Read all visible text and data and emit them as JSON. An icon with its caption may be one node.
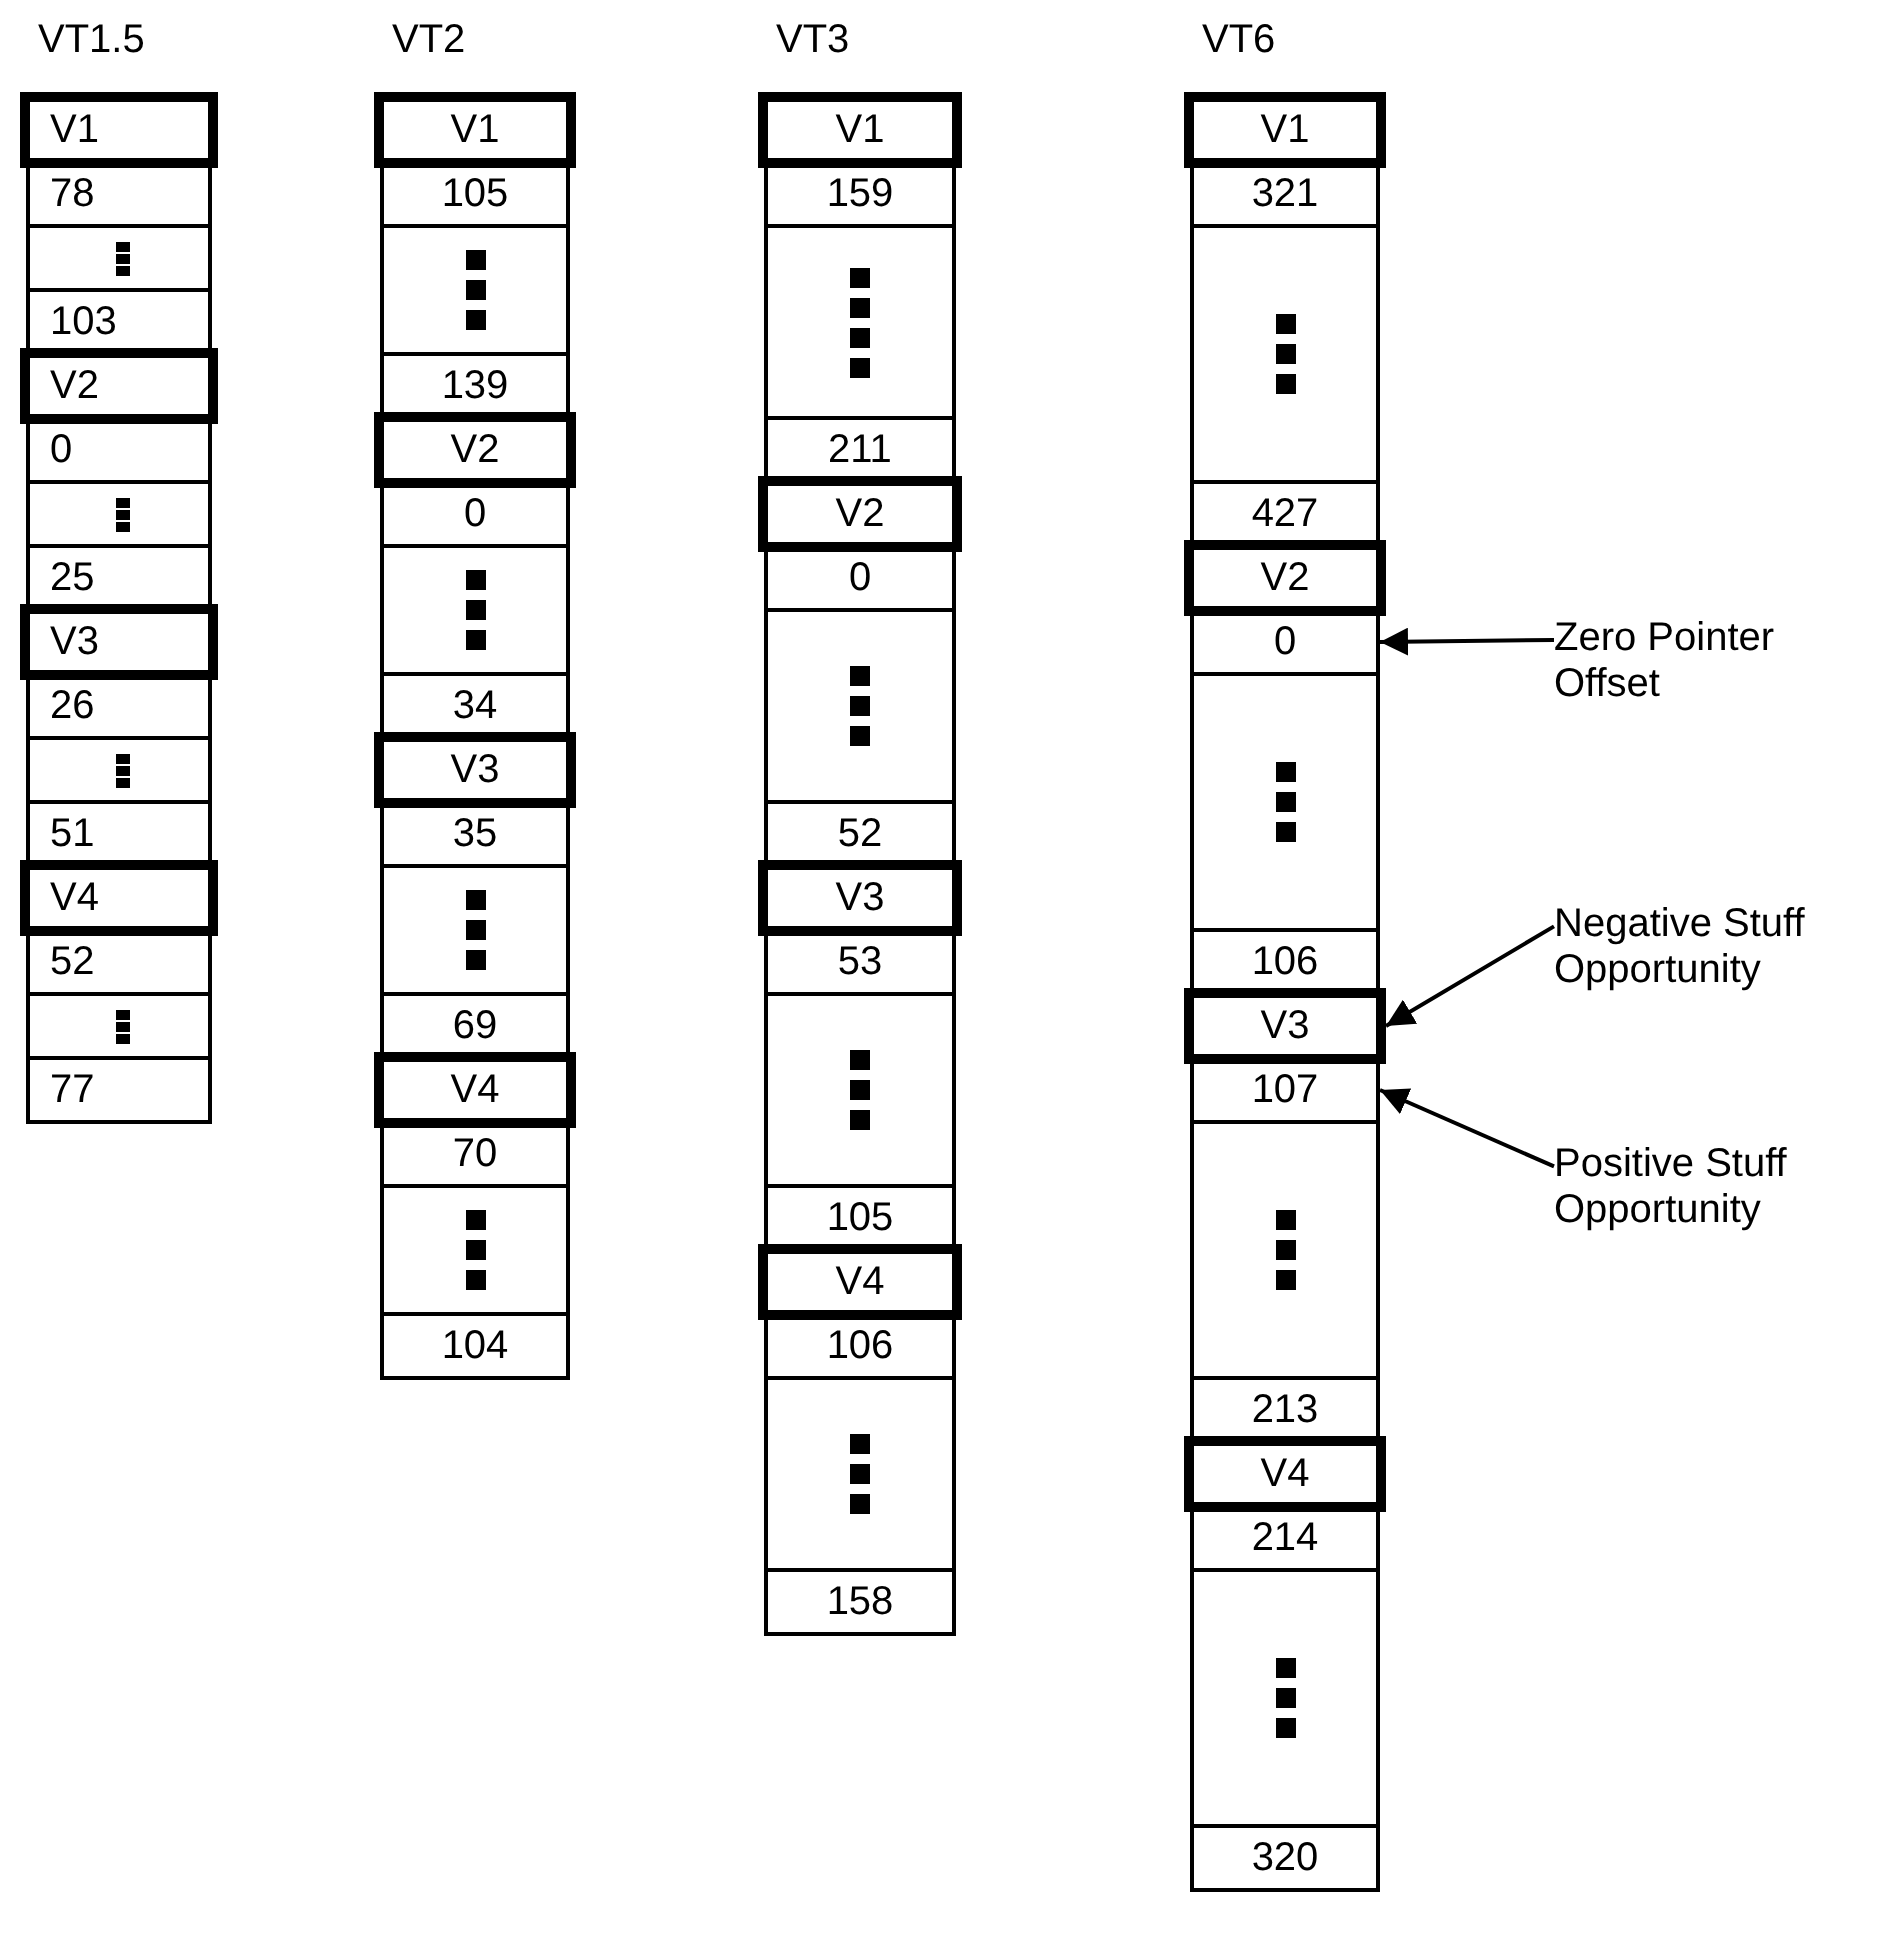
{
  "diagram": {
    "nodes": [
      {
        "text": [
          "V1"
        ]
      },
      {
        "text": [
          "78"
        ]
      },
      {
        "text": [],
        "shape": "box"
      },
      {
        "text": [
          "103"
        ]
      },
      {
        "text": [
          "V2"
        ]
      },
      {
        "text": [
          "0"
        ]
      },
      {
        "text": [],
        "shape": "box"
      },
      {
        "text": [
          "25"
        ]
      },
      {
        "text": [
          "V3"
        ]
      },
      {
        "text": [
          "26"
        ]
      },
      {
        "text": [],
        "shape": "box"
      },
      {
        "text": [
          "51"
        ]
      },
      {
        "text": [
          "V4"
        ]
      },
      {
        "text": [
          "52"
        ]
      },
      {
        "text": [],
        "shape": "box"
      },
      {
        "text": [
          "77"
        ]
      },
      {
        "text": [
          "V1"
        ]
      },
      {
        "text": [
          "105"
        ]
      },
      {
        "text": [],
        "shape": "box"
      },
      {
        "text": [
          "139"
        ]
      },
      {
        "text": [
          "V2"
        ]
      },
      {
        "text": [
          "0"
        ]
      },
      {
        "text": [],
        "shape": "box"
      },
      {
        "text": [
          "34"
        ]
      },
      {
        "text": [
          "V3"
        ]
      },
      {
        "text": [
          "35"
        ]
      },
      {
        "text": [],
        "shape": "box"
      },
      {
        "text": [
          "69"
        ]
      },
      {
        "text": [
          "V4"
        ]
      },
      {
        "text": [
          "70"
        ]
      },
      {
        "text": [],
        "shape": "box"
      },
      {
        "text": [
          "104"
        ]
      },
      {
        "text": [
          "V1"
        ]
      },
      {
        "text": [
          "159"
        ]
      },
      {
        "text": [],
        "shape": "box"
      },
      {
        "text": [
          "211"
        ]
      },
      {
        "text": [
          "V2"
        ]
      },
      {
        "text": [
          "0"
        ]
      },
      {
        "text": [],
        "shape": "box"
      },
      {
        "text": [
          "52"
        ]
      },
      {
        "text": [
          "V3"
        ]
      },
      {
        "text": [
          "53"
        ]
      },
      {
        "text": [],
        "shape": "box"
      },
      {
        "text": [
          "105"
        ]
      },
      {
        "text": [
          "V4"
        ]
      },
      {
        "text": [
          "106"
        ]
      },
      {
        "text": [],
        "shape": "box"
      },
      {
        "text": [
          "158"
        ]
      },
      {
        "text": [
          "V1"
        ]
      },
      {
        "text": [
          "321"
        ]
      },
      {
        "text": [],
        "shape": "box"
      },
      {
        "text": [
          "427"
        ]
      },
      {
        "text": [
          "V2"
        ]
      },
      {
        "text": [
          "0"
        ]
      },
      {
        "text": [],
        "shape": "box"
      },
      {
        "text": [
          "106"
        ]
      },
      {
        "text": [
          "V3"
        ]
      },
      {
        "text": [
          "107"
        ]
      },
      {
        "text": [],
        "shape": "box"
      },
      {
        "text": [
          "213"
        ]
      },
      {
        "text": [
          "V4"
        ]
      },
      {
        "text": [
          "214"
        ]
      },
      {
        "text": [],
        "shape": "box"
      },
      {
        "text": [
          "320"
        ]
      },
      {
        "text": [
          "Zero Pointer Offset"
        ]
      },
      {
        "text": [
          "Negative Stuff Opportunity"
        ]
      },
      {
        "text": [
          "Positive Stuff Opportunity"
        ]
      }
    ],
    "edges": [
      {
        "from": 64,
        "to": 53,
        "arrow": "to"
      },
      {
        "from": 65,
        "to": 56,
        "arrow": "to"
      },
      {
        "from": 66,
        "to": 57,
        "arrow": "to"
      }
    ],
    "labels": [
      "VT1.5",
      "VT2",
      "VT3",
      "VT6"
    ]
  }
}
